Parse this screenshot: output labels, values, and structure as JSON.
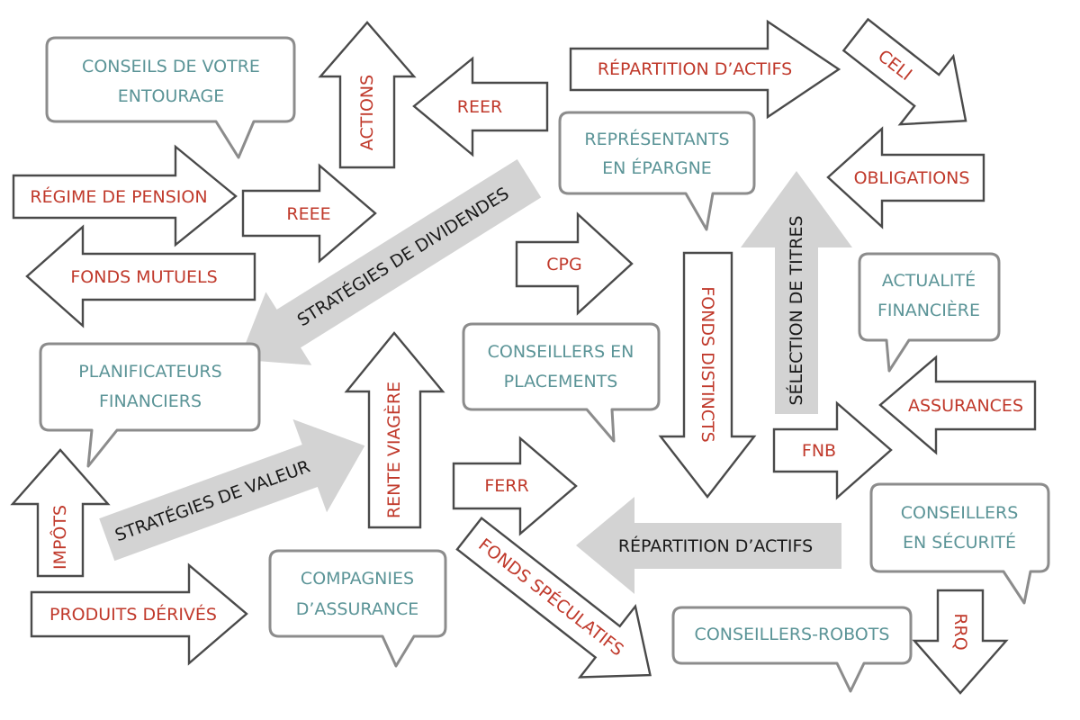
{
  "colors": {
    "arrow_text": "#c0392b",
    "bubble_text": "#5b9497",
    "big_arrow_fill": "#d3d3d3",
    "big_arrow_text": "#1a1a1a",
    "outline": "#4a4a4a"
  },
  "diagram": {
    "bubbles": [
      {
        "id": "conseils-entourage",
        "lines": [
          "CONSEILS DE VOTRE",
          "ENTOURAGE"
        ]
      },
      {
        "id": "representants-epargne",
        "lines": [
          "REPRÉSENTANTS",
          "EN ÉPARGNE"
        ]
      },
      {
        "id": "actualite-financiere",
        "lines": [
          "ACTUALITÉ",
          "FINANCIÈRE"
        ]
      },
      {
        "id": "planificateurs-financiers",
        "lines": [
          "PLANIFICATEURS",
          "FINANCIERS"
        ]
      },
      {
        "id": "conseillers-placements",
        "lines": [
          "CONSEILLERS EN",
          "PLACEMENTS"
        ]
      },
      {
        "id": "compagnies-assurance",
        "lines": [
          "COMPAGNIES",
          "D’ASSURANCE"
        ]
      },
      {
        "id": "conseillers-securite",
        "lines": [
          "CONSEILLERS",
          "EN SÉCURITÉ"
        ]
      },
      {
        "id": "conseillers-robots",
        "lines": [
          "CONSEILLERS-ROBOTS"
        ]
      }
    ],
    "arrows": [
      {
        "id": "actions",
        "label": "ACTIONS"
      },
      {
        "id": "reer",
        "label": "REER"
      },
      {
        "id": "repartition-actifs-top",
        "label": "RÉPARTITION D’ACTIFS"
      },
      {
        "id": "celi",
        "label": "CELI"
      },
      {
        "id": "regime-pension",
        "label": "RÉGIME DE PENSION"
      },
      {
        "id": "reee",
        "label": "REEE"
      },
      {
        "id": "obligations",
        "label": "OBLIGATIONS"
      },
      {
        "id": "fonds-mutuels",
        "label": "FONDS MUTUELS"
      },
      {
        "id": "cpg",
        "label": "CPG"
      },
      {
        "id": "fonds-distincts",
        "label": "FONDS DISTINCTS"
      },
      {
        "id": "rente-viagere",
        "label": "RENTE VIAGÈRE"
      },
      {
        "id": "assurances",
        "label": "ASSURANCES"
      },
      {
        "id": "fnb",
        "label": "FNB"
      },
      {
        "id": "impots",
        "label": "IMPÔTS"
      },
      {
        "id": "ferr",
        "label": "FERR"
      },
      {
        "id": "produits-derives",
        "label": "PRODUITS DÉRIVÉS"
      },
      {
        "id": "fonds-speculatifs",
        "label": "FONDS SPÉCULATIFS"
      },
      {
        "id": "rrq",
        "label": "RRQ"
      }
    ],
    "big_arrows": [
      {
        "id": "strategies-dividendes",
        "label": "STRATÉGIES DE DIVIDENDES"
      },
      {
        "id": "selection-titres",
        "label": "SÉLECTION DE TITRES"
      },
      {
        "id": "strategies-valeur",
        "label": "STRATÉGIES DE VALEUR"
      },
      {
        "id": "repartition-actifs-grey",
        "label": "RÉPARTITION D’ACTIFS"
      }
    ]
  }
}
